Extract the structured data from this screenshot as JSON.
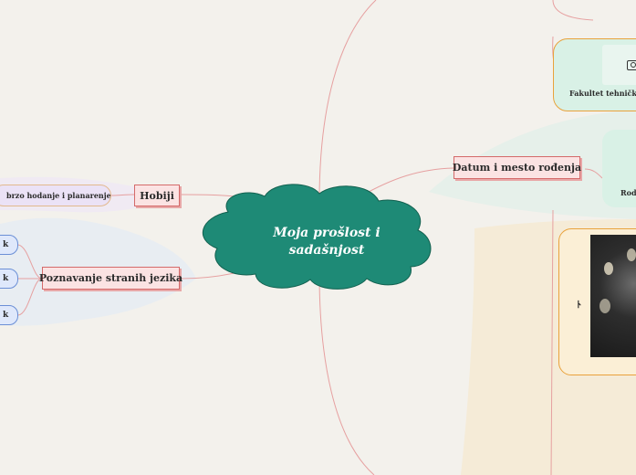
{
  "central_topic": {
    "line1": "Moja prošlost i",
    "line2": "sadašnjost"
  },
  "branches": {
    "hobiji": {
      "label": "Hobiji",
      "children": [
        "brzo hodanje i planarenje"
      ]
    },
    "jezici": {
      "label": "Poznavanje stranih jezika",
      "children": [
        "k",
        "k",
        "k"
      ]
    },
    "datum": {
      "label": "Datum i mesto rođenja"
    }
  },
  "right_cards": {
    "fakultet_label": "Fakultet tehnički",
    "rod_label": "Rod",
    "photo_marker": "ﾄ"
  },
  "colors": {
    "center": "#1e8a76",
    "line": "#e6a0a0",
    "node_bg": "#fbe3e3",
    "node_border": "#d46a6a",
    "pill_bg": "#dfe8fb",
    "pill_border": "#6b8fd6",
    "card_green": "#d9f1e6",
    "card_orange_border": "#e9a23b",
    "card_orange_bg": "#fbefd6"
  },
  "icons": {
    "camera": "camera-icon"
  }
}
